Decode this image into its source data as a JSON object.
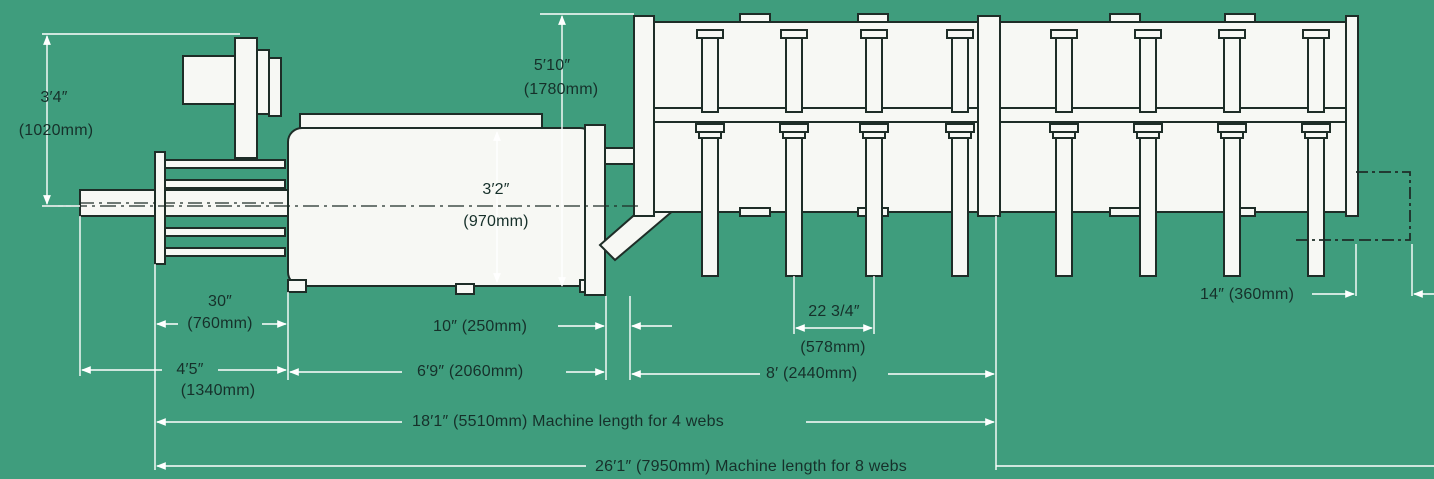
{
  "colors": {
    "background": "#3f9d7d",
    "machine_fill": "#f7f8f4",
    "outline": "#1e2d27",
    "dimension_line": "#ffffff",
    "text": "#16302a"
  },
  "dimensions": {
    "height_left": {
      "imperial": "3′4″",
      "metric": "(1020mm)"
    },
    "height_frame": {
      "imperial": "5′10″",
      "metric": "(1780mm)"
    },
    "height_tank": {
      "imperial": "3′2″",
      "metric": "(970mm)"
    },
    "unwind_width": {
      "imperial": "30″",
      "metric": "(760mm)"
    },
    "gap_10": "10″ (250mm)",
    "web_pitch": {
      "imperial": "22 3/4″",
      "metric": "(578mm)"
    },
    "infeed_length": {
      "imperial": "4′5″",
      "metric": "(1340mm)"
    },
    "tank_length": "6′9″ (2060mm)",
    "frame_length": "8′ (2440mm)",
    "outfeed_offset": "14″ (360mm)",
    "length_4_webs": "18′1″ (5510mm) Machine length for 4 webs",
    "length_8_webs": "26′1″ (7950mm) Machine length for 8 webs"
  }
}
